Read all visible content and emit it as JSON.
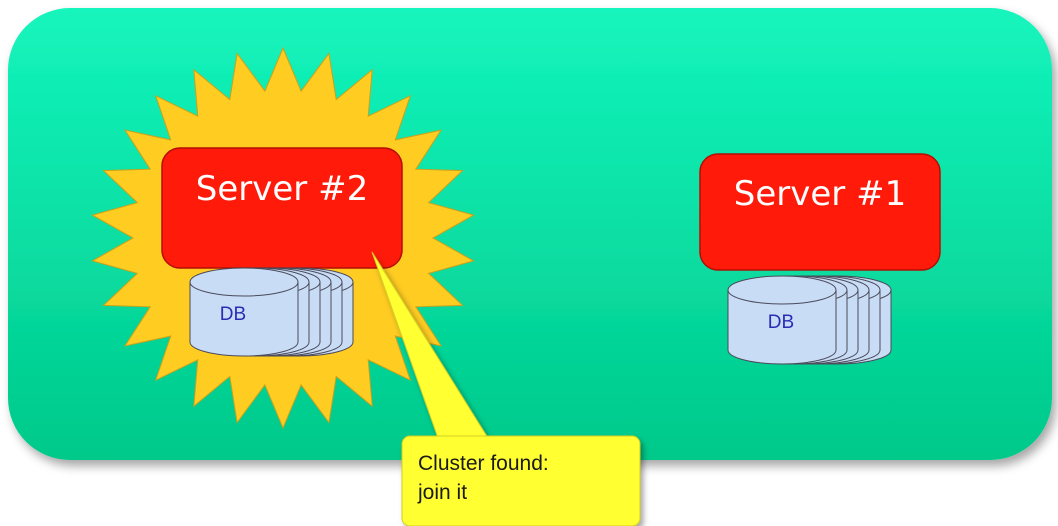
{
  "cluster": {
    "color_top": "#14f5bd",
    "color_bottom": "#00c98a"
  },
  "servers": [
    {
      "id": "server-2",
      "label": "Server #2",
      "highlighted": true,
      "db_label": "DB"
    },
    {
      "id": "server-1",
      "label": "Server #1",
      "highlighted": false,
      "db_label": "DB"
    }
  ],
  "callout": {
    "line1": "Cluster found:",
    "line2": "join it",
    "color": "#ffff33"
  },
  "colors": {
    "server_fill": "#ff1a0a",
    "starburst": "#ffcc22",
    "db_fill": "#c9dcf5",
    "db_stroke": "#4a4a5a"
  }
}
